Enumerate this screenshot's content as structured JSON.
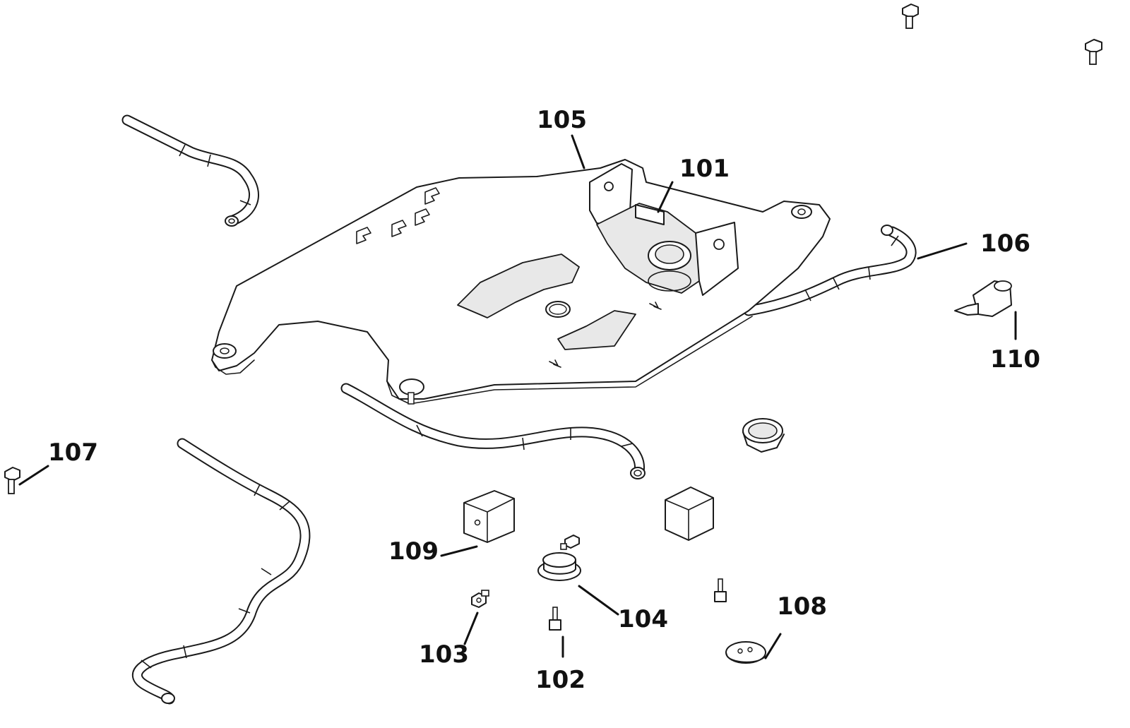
{
  "callouts": {
    "c101": "101",
    "c102": "102",
    "c103": "103",
    "c104": "104",
    "c105": "105",
    "c106": "106",
    "c107": "107",
    "c108": "108",
    "c109": "109",
    "c110": "110"
  }
}
